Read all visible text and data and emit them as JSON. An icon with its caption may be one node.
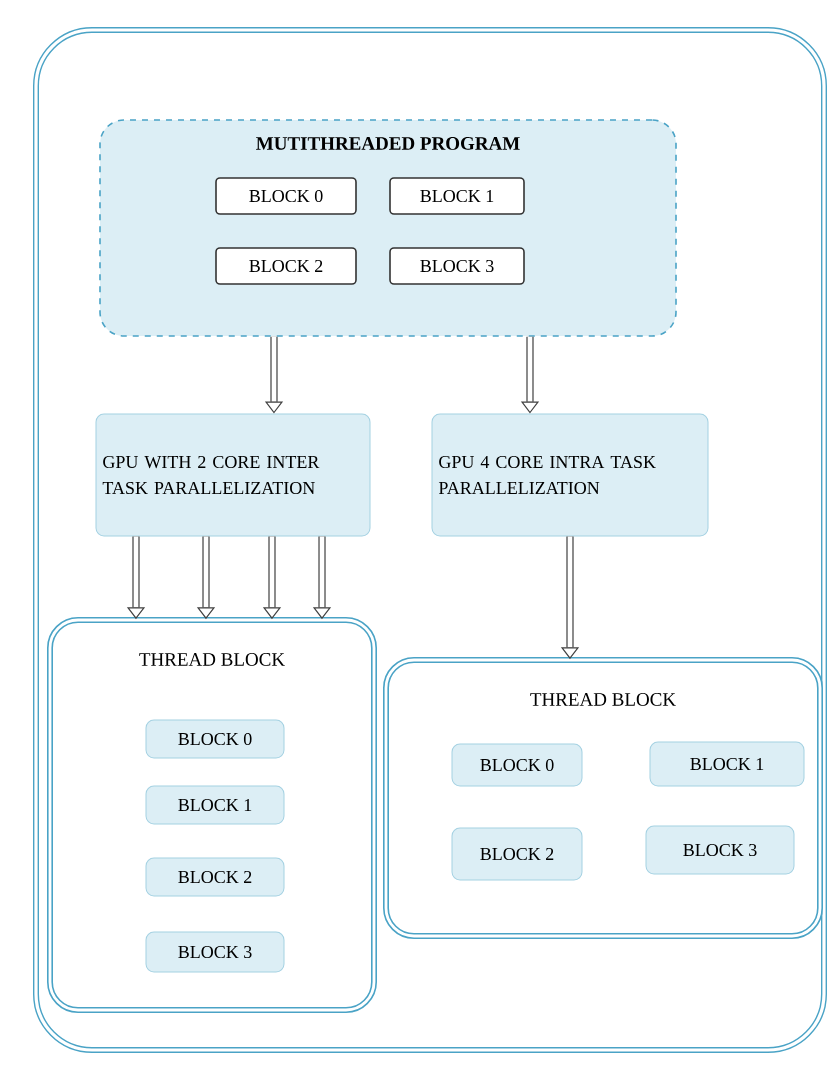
{
  "diagram": {
    "nodes": [
      {
        "text": [],
        "shape": "box"
      },
      {
        "text": [
          "MUTITHREADED PROGRAM"
        ],
        "in": 0
      },
      {
        "text": [
          "BLOCK 0"
        ],
        "in": 1
      },
      {
        "text": [
          "BLOCK 1"
        ],
        "in": 1
      },
      {
        "text": [
          "BLOCK 2"
        ],
        "in": 1
      },
      {
        "text": [
          "BLOCK 3"
        ],
        "in": 1
      },
      {
        "text": [
          "GPU WITH 2 CORE INTER TASK PARALLELIZATION"
        ],
        "in": 0
      },
      {
        "text": [
          "GPU 4 CORE INTRA TASK PARALLELIZATION"
        ],
        "in": 0
      },
      {
        "text": [
          "THREAD BLOCK"
        ],
        "in": 0
      },
      {
        "text": [
          "BLOCK 0"
        ],
        "in": 8
      },
      {
        "text": [
          "BLOCK 1"
        ],
        "in": 8
      },
      {
        "text": [
          "BLOCK 2"
        ],
        "in": 8
      },
      {
        "text": [
          "BLOCK 3"
        ],
        "in": 8
      },
      {
        "text": [
          "THREAD BLOCK"
        ],
        "in": 0
      },
      {
        "text": [
          "BLOCK 0"
        ],
        "in": 13
      },
      {
        "text": [
          "BLOCK 1"
        ],
        "in": 13
      },
      {
        "text": [
          "BLOCK 2"
        ],
        "in": 13
      },
      {
        "text": [
          "BLOCK 3"
        ],
        "in": 13
      }
    ],
    "edges": [
      {
        "from": 1,
        "to": 6,
        "arrow": "to"
      },
      {
        "from": 1,
        "to": 7,
        "arrow": "to"
      },
      {
        "from": 6,
        "to": 8,
        "arrow": "to"
      },
      {
        "from": 6,
        "to": 8,
        "arrow": "to"
      },
      {
        "from": 6,
        "to": 8,
        "arrow": "to"
      },
      {
        "from": 6,
        "to": 8,
        "arrow": "to"
      },
      {
        "from": 7,
        "to": 13,
        "arrow": "to"
      }
    ]
  }
}
